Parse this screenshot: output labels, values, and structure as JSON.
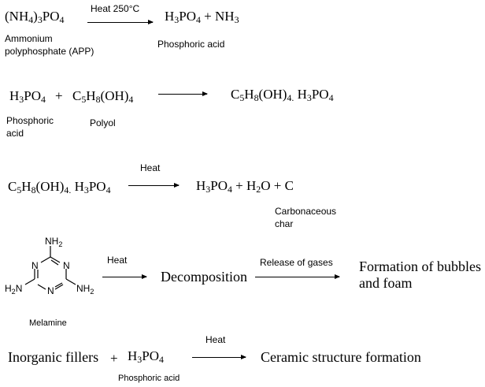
{
  "reaction1": {
    "reactant": "(NH4)3PO4",
    "reactant_label": [
      "Ammonium",
      "polyphosphate (APP)"
    ],
    "condition": "Heat 250°C",
    "product": "H3PO4 + NH3",
    "product_label": "Phosphoric acid"
  },
  "reaction2": {
    "reactant1": "H3PO4",
    "plus": "+",
    "reactant2": "C5H8(OH)4",
    "product": "C5H8(OH)4. H3PO4",
    "reactant1_label": [
      "Phosphoric",
      "acid"
    ],
    "reactant2_label": "Polyol"
  },
  "reaction3": {
    "reactant": "C5H8(OH)4. H3PO4",
    "condition": "Heat",
    "product": "H3PO4 + H2O + C",
    "product_label": [
      "Carbonaceous",
      "char"
    ]
  },
  "reaction4": {
    "molecule_label": "Melamine",
    "nh2": "NH2",
    "ring_n": "N",
    "condition1": "Heat",
    "step1": "Decomposition",
    "condition2": "Release of gases",
    "step2": [
      "Formation of bubbles",
      "and foam"
    ]
  },
  "reaction5": {
    "reactant1": "Inorganic fillers",
    "plus": "+",
    "reactant2": "H3PO4",
    "reactant2_label": "Phosphoric acid",
    "condition": "Heat",
    "product": "Ceramic structure formation"
  }
}
